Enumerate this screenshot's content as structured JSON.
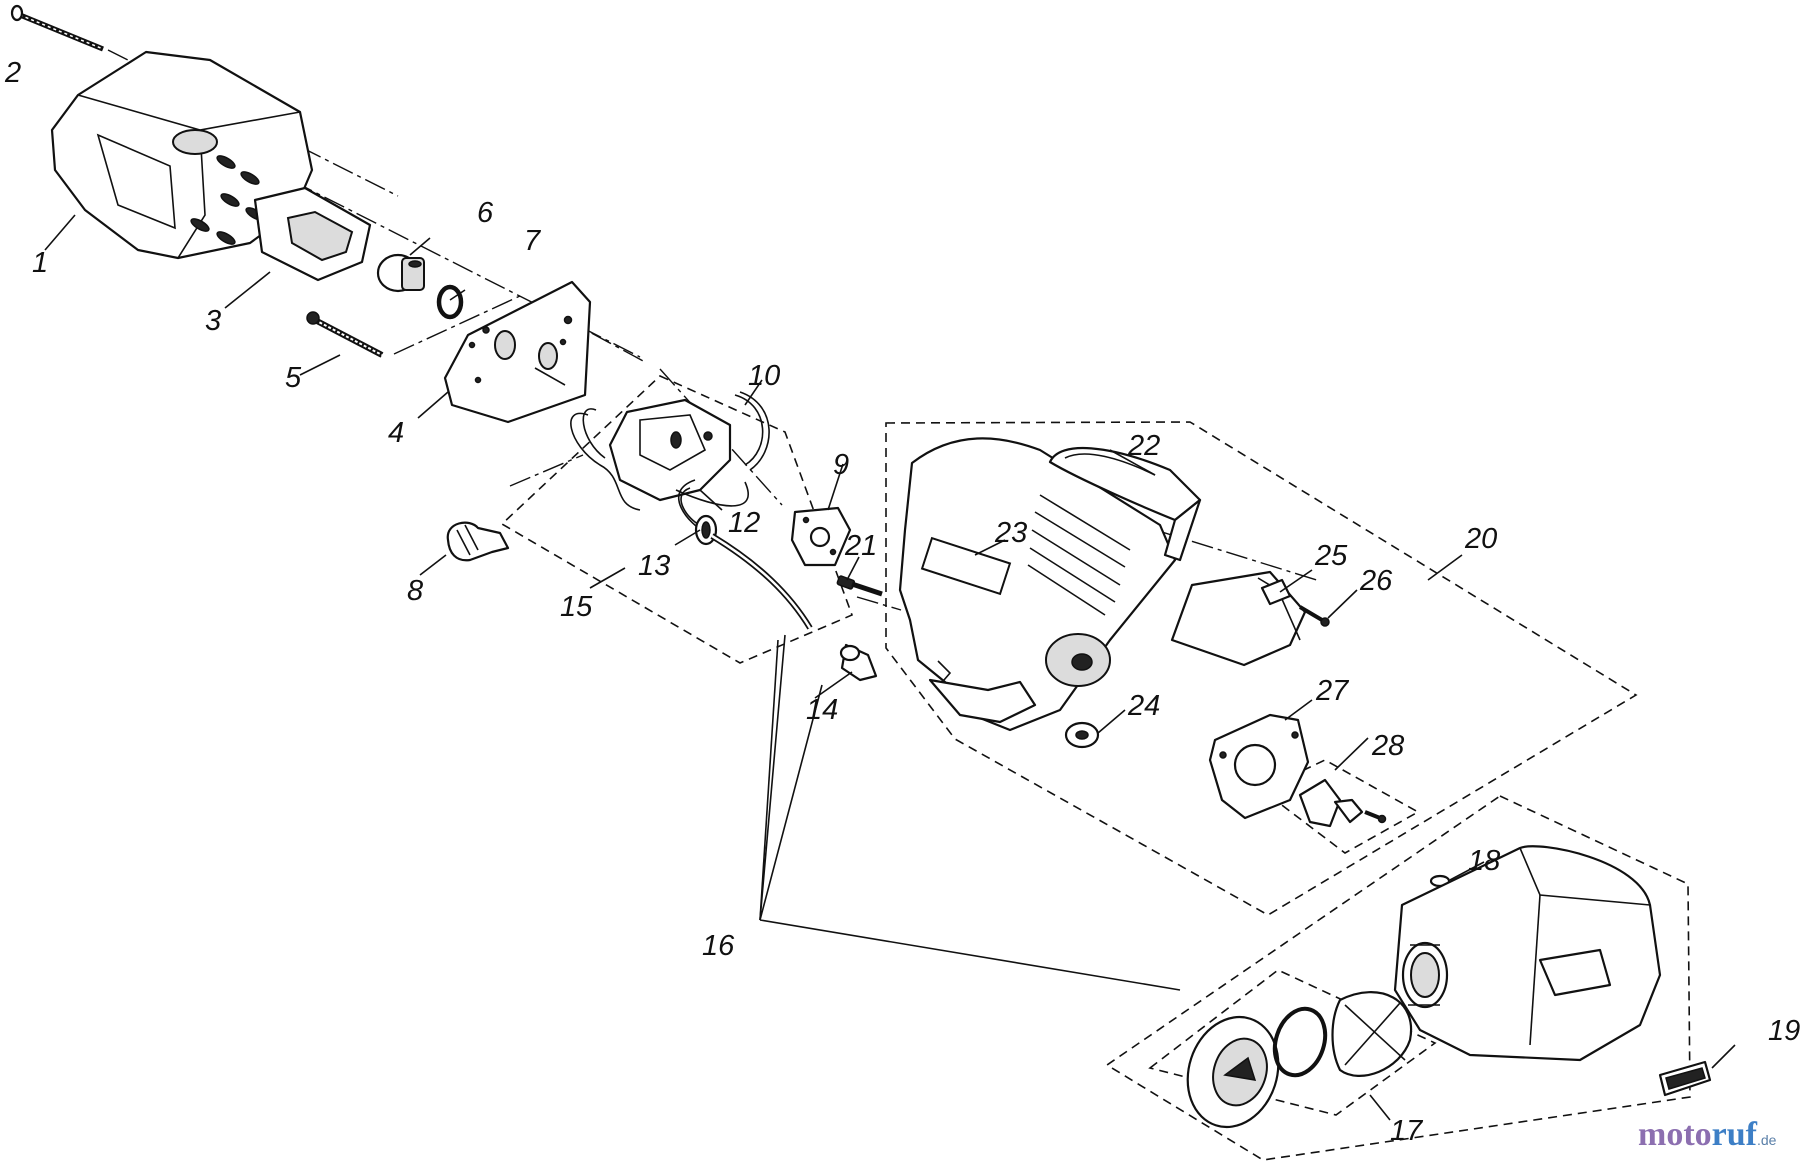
{
  "labels": {
    "p1": "1",
    "p2": "2",
    "p3": "3",
    "p4": "4",
    "p5": "5",
    "p6": "6",
    "p7": "7",
    "p8": "8",
    "p9": "9",
    "p10": "10",
    "p11": "21",
    "p12": "12",
    "p13": "13",
    "p14": "14",
    "p15": "15",
    "p16": "16",
    "p17": "17",
    "p18": "18",
    "p19": "19",
    "p20": "20",
    "p22": "22",
    "p23": "23",
    "p24": "24",
    "p25": "25",
    "p26": "26",
    "p27": "27",
    "p28": "28"
  },
  "brand": {
    "part1": "moto",
    "part2": "ruf",
    "suffix": ".de"
  }
}
